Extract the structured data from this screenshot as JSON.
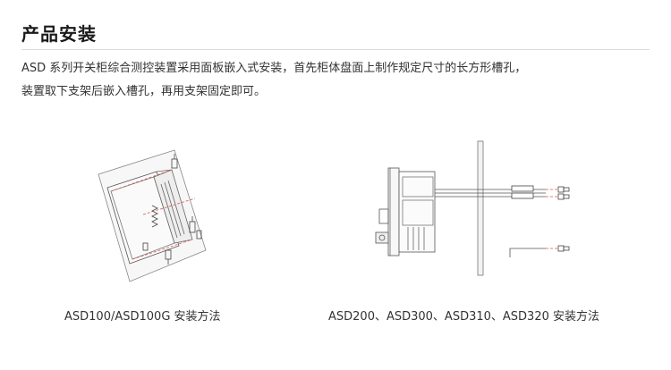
{
  "page": {
    "title": "产品安装",
    "description_line1": "ASD 系列开关柜综合测控装置采用面板嵌入式安装，首先柜体盘面上制作规定尺寸的长方形槽孔，",
    "description_line2": "装置取下支架后嵌入槽孔，再用支架固定即可。"
  },
  "figures": [
    {
      "caption": "ASD100/ASD100G 安装方法",
      "icon": "front-panel-mounting-drawing"
    },
    {
      "caption": "ASD200、ASD300、ASD310、ASD320 安装方法",
      "icon": "side-mounting-drawing"
    }
  ],
  "colors": {
    "title": "#1a1a1a",
    "text": "#333333",
    "rule": "#dcdcdc",
    "accent_dash": "#d9534f"
  }
}
